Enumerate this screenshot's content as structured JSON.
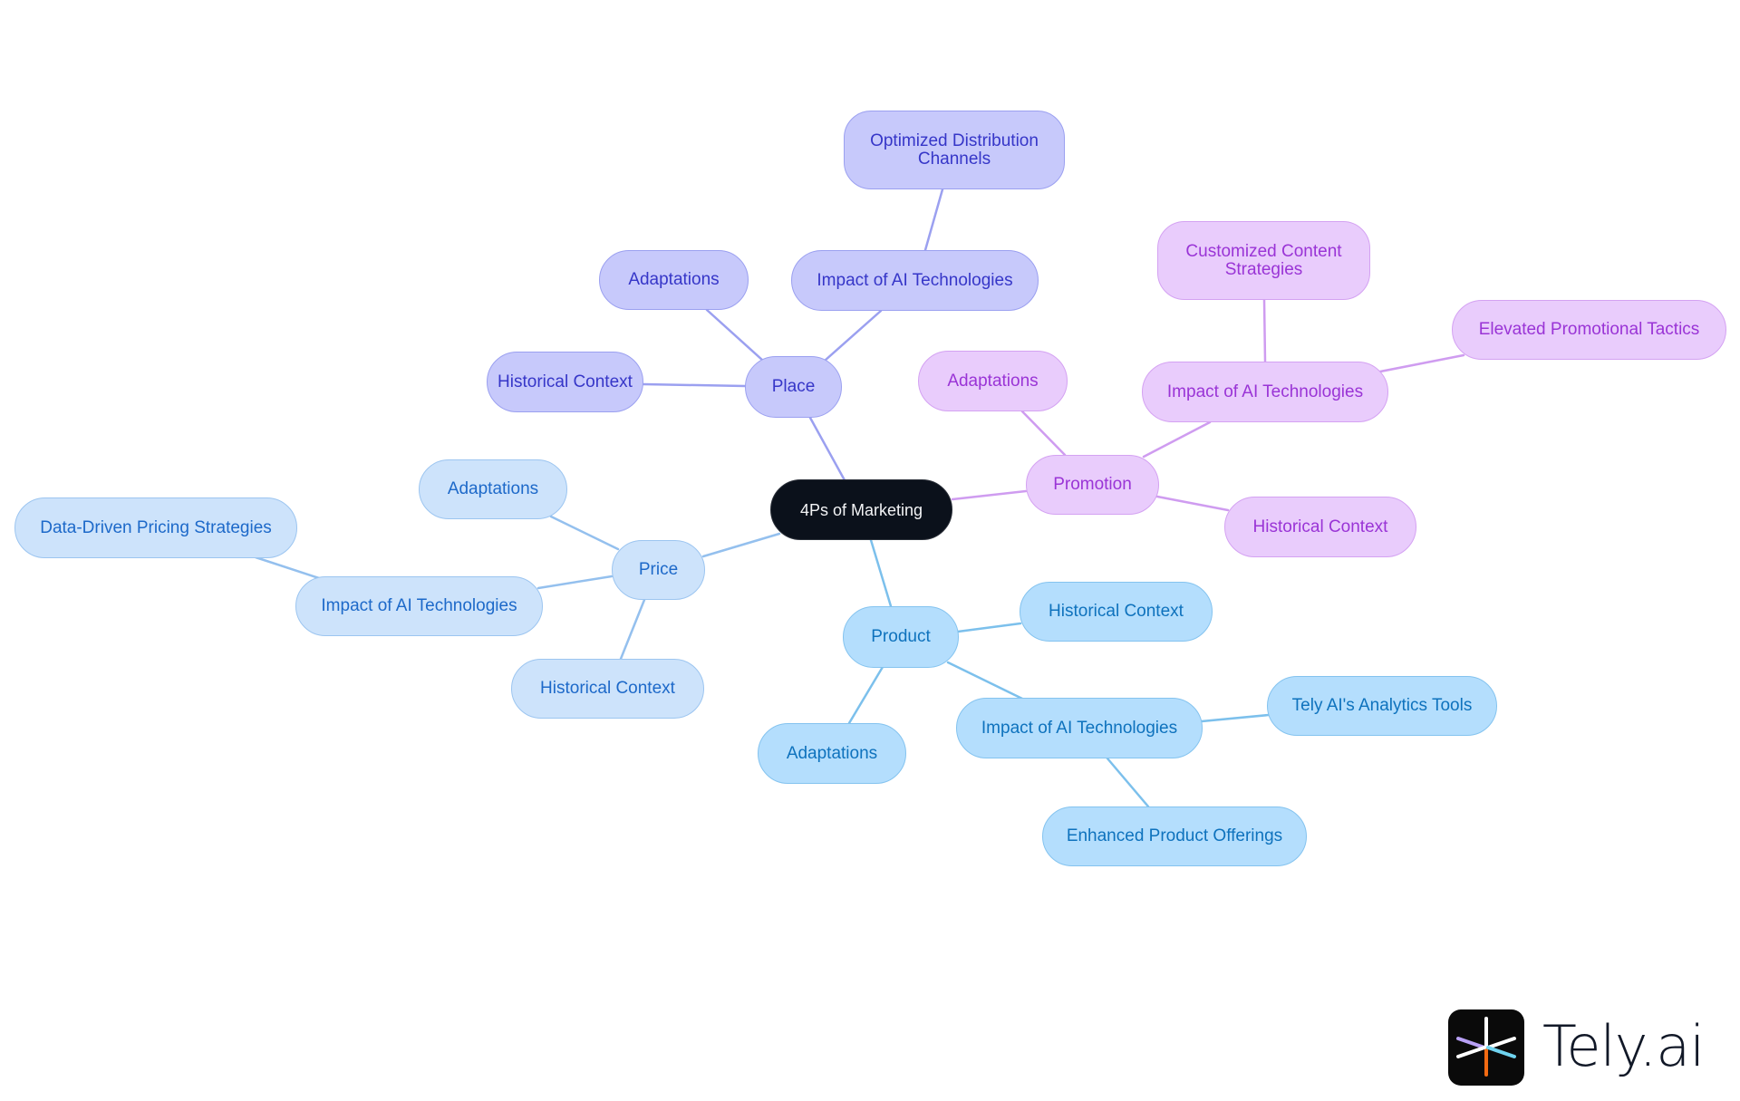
{
  "diagram": {
    "type": "mindmap",
    "root": {
      "id": "root",
      "label": "4Ps of Marketing"
    },
    "branches": {
      "place": {
        "label": "Place",
        "children": {
          "historical": "Historical Context",
          "adaptations": "Adaptations",
          "impact": "Impact of AI Technologies",
          "impact_child": "Optimized Distribution\nChannels"
        }
      },
      "promotion": {
        "label": "Promotion",
        "children": {
          "adaptations": "Adaptations",
          "impact": "Impact of AI Technologies",
          "impact_child_1": "Customized Content\nStrategies",
          "impact_child_2": "Elevated Promotional Tactics",
          "historical": "Historical Context"
        }
      },
      "price": {
        "label": "Price",
        "children": {
          "adaptations": "Adaptations",
          "impact": "Impact of AI Technologies",
          "impact_child": "Data-Driven Pricing Strategies",
          "historical": "Historical Context"
        }
      },
      "product": {
        "label": "Product",
        "children": {
          "historical": "Historical Context",
          "adaptations": "Adaptations",
          "impact": "Impact of AI Technologies",
          "impact_child_1": "Tely AI's Analytics Tools",
          "impact_child_2": "Enhanced Product Offerings"
        }
      }
    },
    "colors": {
      "root_fill": "#0b111b",
      "place_fill": "#c7c9fb",
      "place_text": "#3636c8",
      "place_edge": "#9ba0f0",
      "promotion_fill": "#e9ccfc",
      "promotion_text": "#9a34d6",
      "promotion_edge": "#cf9cf0",
      "price_fill": "#cde3fb",
      "price_text": "#1d69c9",
      "price_edge": "#94c0ee",
      "product_fill": "#b4defd",
      "product_text": "#0e72bd",
      "product_edge": "#7cc0ec"
    }
  },
  "branding": {
    "logo_icon": "tely-asterisk-logo-icon",
    "logo_text": "Tely.ai"
  }
}
